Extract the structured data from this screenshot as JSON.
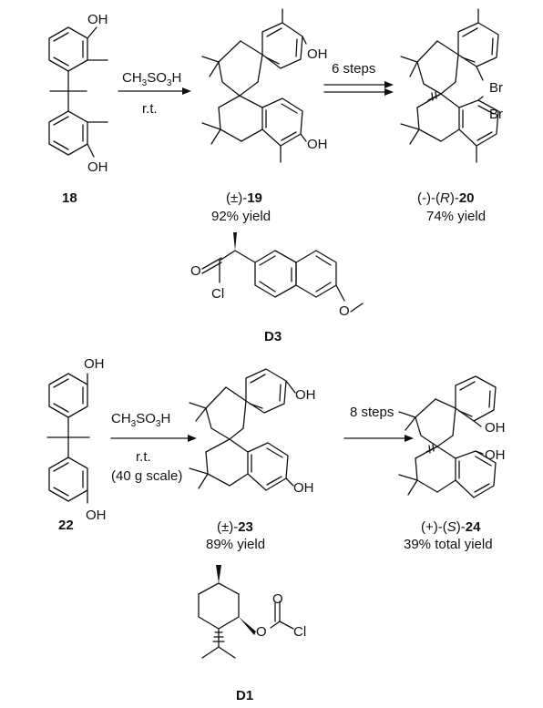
{
  "reaction1": {
    "reagent_left": "CH",
    "reagent_sub1": "3",
    "reagent_mid": "SO",
    "reagent_sub2": "3",
    "reagent_right": "H",
    "condition": "r.t.",
    "steps": "6 steps"
  },
  "reaction2": {
    "reagent_left": "CH",
    "reagent_sub1": "3",
    "reagent_mid": "SO",
    "reagent_sub2": "3",
    "reagent_right": "H",
    "condition": "r.t.",
    "scale": "(40 g scale)",
    "steps": "8 steps"
  },
  "compounds": {
    "c18": {
      "number": "18",
      "oh_top": "OH",
      "oh_bottom": "OH"
    },
    "c19": {
      "prefix": "(±)-",
      "number": "19",
      "yield": "92% yield",
      "oh1": "OH",
      "oh2": "OH"
    },
    "c20": {
      "prefix1": "(-)-(",
      "stereo": "R",
      "prefix2": ")-",
      "number": "20",
      "yield": "74% yield",
      "br1": "Br",
      "br2": "Br"
    },
    "cD3": {
      "label": "D3",
      "o_carbonyl": "O",
      "cl": "Cl",
      "o_ether": "O"
    },
    "c22": {
      "number": "22",
      "oh_top": "OH",
      "oh_bottom": "OH"
    },
    "c23": {
      "prefix": "(±)-",
      "number": "23",
      "yield": "89% yield",
      "oh1": "OH",
      "oh2": "OH"
    },
    "c24": {
      "prefix1": "(+)-(",
      "stereo": "S",
      "prefix2": ")-",
      "number": "24",
      "yield": "39% total yield",
      "oh1": "OH",
      "oh2": "OH"
    },
    "cD1": {
      "label": "D1",
      "o_carbonyl": "O",
      "o_ester": "O",
      "cl": "Cl"
    }
  }
}
